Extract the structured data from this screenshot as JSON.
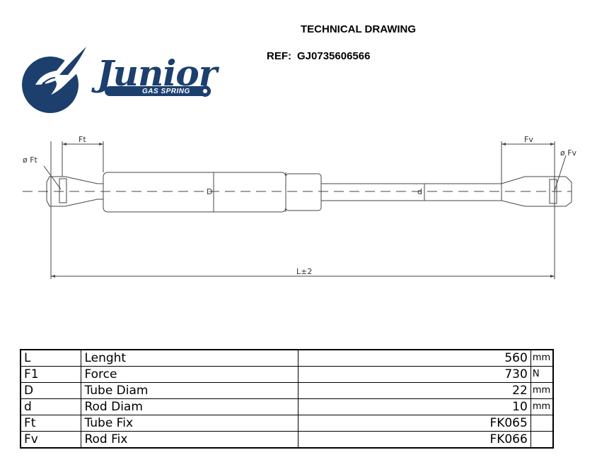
{
  "header": {
    "title": "TECHNICAL DRAWING",
    "ref_label": "REF:",
    "ref_value": "GJ0735606566"
  },
  "logo": {
    "brand": "Junior",
    "subtitle": "GAS SPRING",
    "brand_color": "#1c3f6e"
  },
  "drawing": {
    "labels": {
      "ft": "Ft",
      "fv": "Fv",
      "phi_ft": "ø Ft",
      "phi_fv": "ø Fv",
      "tube_d": "D",
      "rod_d": "d",
      "length": "L±2"
    }
  },
  "specs": {
    "rows": [
      {
        "sym": "L",
        "name": "Lenght",
        "value": "560",
        "unit": "mm"
      },
      {
        "sym": "F1",
        "name": "Force",
        "value": "730",
        "unit": "N"
      },
      {
        "sym": "D",
        "name": "Tube Diam",
        "value": "22",
        "unit": "mm"
      },
      {
        "sym": "d",
        "name": "Rod Diam",
        "value": "10",
        "unit": "mm"
      },
      {
        "sym": "Ft",
        "name": "Tube Fix",
        "value": "FK065",
        "unit": ""
      },
      {
        "sym": "Fv",
        "name": "Rod Fix",
        "value": "FK066",
        "unit": ""
      }
    ]
  }
}
